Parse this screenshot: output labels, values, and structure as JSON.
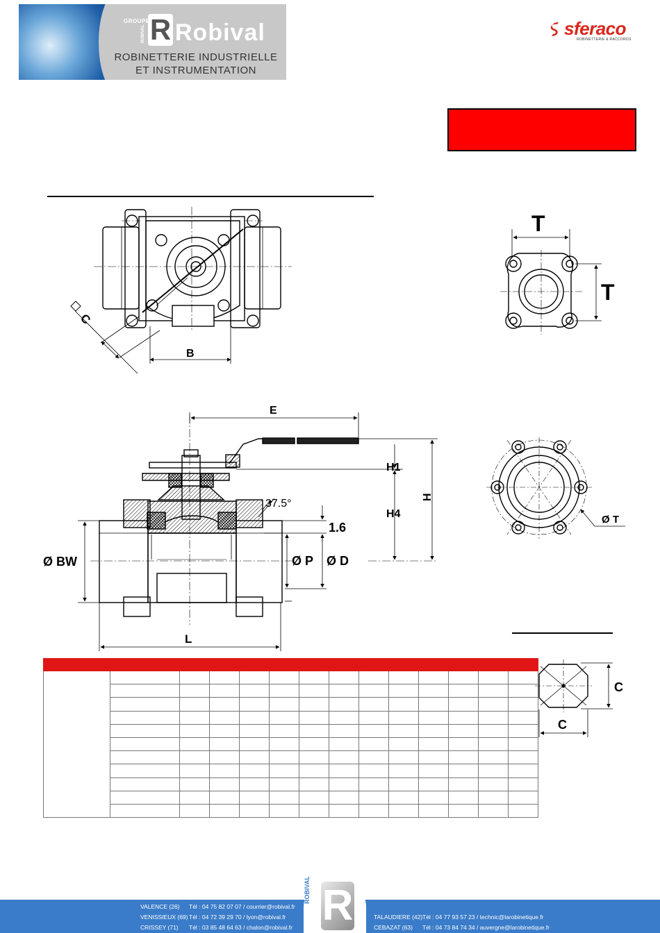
{
  "header": {
    "groupe": "GROUPE",
    "rlogo": "R",
    "brand_side": "ROBIVAL",
    "brand": "Robival",
    "line1": "ROBINETTERIE INDUSTRIELLE",
    "line2": "ET INSTRUMENTATION"
  },
  "partner": {
    "name": "sferaco",
    "subtitle": "ROBINETTERIE & RACCORDS",
    "color": "#d9261c"
  },
  "drawing_labels": {
    "T_top": "T",
    "T_side": "T",
    "C_top": "C",
    "B": "B",
    "E": "E",
    "H1": "H1",
    "H4": "H4",
    "H": "H",
    "angle": "37.5°",
    "thickness": "1.6",
    "BW": "Ø BW",
    "P": "Ø P",
    "D": "Ø D",
    "L": "L",
    "T_circle": "Ø T",
    "C_right": "C",
    "C_bottom": "C"
  },
  "table": {
    "columns": 14,
    "body_rows": 11
  },
  "footer": {
    "left": [
      {
        "city": "VALENCE (26)",
        "contact": "Tél : 04 75 82 07 07 / courrier@robival.fr"
      },
      {
        "city": "VENISSIEUX (69)",
        "contact": "Tél : 04 72 39 29 70 / lyon@robival.fr"
      },
      {
        "city": "CRISSEY (71)",
        "contact": "Tél : 03 85 48 64 63 / chalon@robival.fr"
      }
    ],
    "right": [
      {
        "city": "TALAUDIERE (42)",
        "contact": "Tél : 04 77 93 57 23 / technic@larobinetique.fr"
      },
      {
        "city": "CEBAZAT (63)",
        "contact": "Tél : 04 73 84 74 34 / auvergne@larobinetique.fr"
      }
    ],
    "logo_letter": "R",
    "logo_text": "ROBIVAL",
    "color": "#3a7cc9"
  },
  "accent_red": "#ff0000"
}
